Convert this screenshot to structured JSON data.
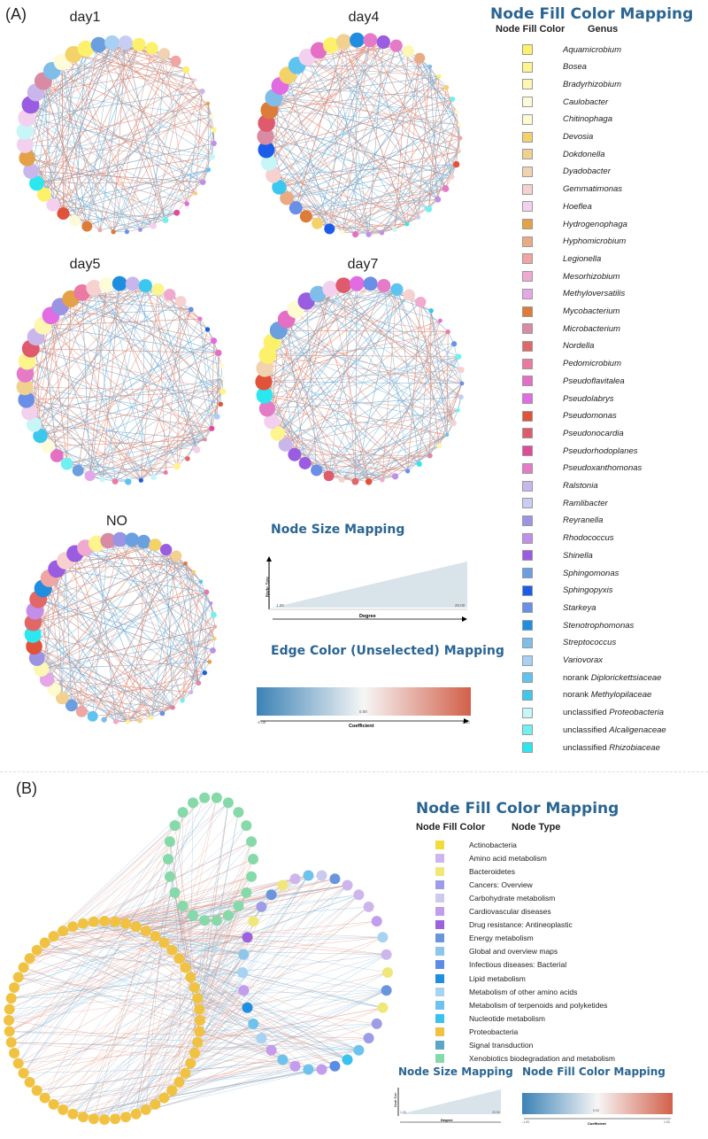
{
  "panel_a": {
    "letter": "(A)",
    "networks": [
      {
        "title": "day1",
        "dots": 44
      },
      {
        "title": "day4",
        "dots": 46
      },
      {
        "title": "day5",
        "dots": 48
      },
      {
        "title": "day7",
        "dots": 46
      },
      {
        "title": "NO",
        "dots": 48
      }
    ],
    "legend": {
      "title": "Node Fill Color Mapping",
      "col1": "Node Fill Color",
      "col2": "Genus",
      "items": [
        {
          "prefix": "",
          "name": "Aquamicrobium",
          "color": "#fdf06a"
        },
        {
          "prefix": "",
          "name": "Bosea",
          "color": "#fdf48e"
        },
        {
          "prefix": "",
          "name": "Bradyrhizobium",
          "color": "#fdf7b3"
        },
        {
          "prefix": "",
          "name": "Caulobacter",
          "color": "#fefbd9"
        },
        {
          "prefix": "",
          "name": "Chitinophaga",
          "color": "#fdfbcf"
        },
        {
          "prefix": "",
          "name": "Devosia",
          "color": "#f3d26a"
        },
        {
          "prefix": "",
          "name": "Dokdonella",
          "color": "#f2d08f"
        },
        {
          "prefix": "",
          "name": "Dyadobacter",
          "color": "#f1d3b0"
        },
        {
          "prefix": "",
          "name": "Gemmatimonas",
          "color": "#f6d1cf"
        },
        {
          "prefix": "",
          "name": "Hoeflea",
          "color": "#f3d1ee"
        },
        {
          "prefix": "",
          "name": "Hydrogenophaga",
          "color": "#e4a148"
        },
        {
          "prefix": "",
          "name": "Hyphomicrobium",
          "color": "#eaaa84"
        },
        {
          "prefix": "",
          "name": "Legionella",
          "color": "#eea5a3"
        },
        {
          "prefix": "",
          "name": "Mesorhizobium",
          "color": "#f0a9cf"
        },
        {
          "prefix": "",
          "name": "Methyloversatilis",
          "color": "#e6a7e9"
        },
        {
          "prefix": "",
          "name": "Mycobacterium",
          "color": "#dd7c39"
        },
        {
          "prefix": "",
          "name": "Microbacterium",
          "color": "#d98ba3"
        },
        {
          "prefix": "",
          "name": "Nordella",
          "color": "#e26767"
        },
        {
          "prefix": "",
          "name": "Pedomicrobium",
          "color": "#ea7aa3"
        },
        {
          "prefix": "",
          "name": "Pseudoflavitalea",
          "color": "#e46fc4"
        },
        {
          "prefix": "",
          "name": "Pseudolabrys",
          "color": "#e26ae3"
        },
        {
          "prefix": "",
          "name": "Pseudomonas",
          "color": "#e0533a"
        },
        {
          "prefix": "",
          "name": "Pseudonocardia",
          "color": "#e05a6e"
        },
        {
          "prefix": "",
          "name": "Pseudorhodoplanes",
          "color": "#e04a9a"
        },
        {
          "prefix": "",
          "name": "Pseudoxanthomonas",
          "color": "#e57bc7"
        },
        {
          "prefix": "",
          "name": "Ralstonia",
          "color": "#c9b7ec"
        },
        {
          "prefix": "",
          "name": "Ramlibacter",
          "color": "#c8cdf1"
        },
        {
          "prefix": "",
          "name": "Reyranella",
          "color": "#9b94e4"
        },
        {
          "prefix": "",
          "name": "Rhodococcus",
          "color": "#c18fe9"
        },
        {
          "prefix": "",
          "name": "Shinella",
          "color": "#9a5ce0"
        },
        {
          "prefix": "",
          "name": "Sphingomonas",
          "color": "#6a9fe0"
        },
        {
          "prefix": "",
          "name": "Sphingopyxis",
          "color": "#1b5ce8"
        },
        {
          "prefix": "",
          "name": "Starkeya",
          "color": "#6a8fe6"
        },
        {
          "prefix": "",
          "name": "Stenotrophomonas",
          "color": "#1f8ee0"
        },
        {
          "prefix": "",
          "name": "Streptococcus",
          "color": "#80bde9"
        },
        {
          "prefix": "",
          "name": "Variovorax",
          "color": "#a7d0f3"
        },
        {
          "prefix": "norank ",
          "name": "Diplorickettsiaceae",
          "color": "#5ec4ef"
        },
        {
          "prefix": "norank ",
          "name": "Methylopilaceae",
          "color": "#3cc7ee"
        },
        {
          "prefix": "unclassified ",
          "name": "Proteobacteria",
          "color": "#c8f6f6"
        },
        {
          "prefix": "unclassified ",
          "name": "Alcaligenaceae",
          "color": "#71f0f2"
        },
        {
          "prefix": "unclassified ",
          "name": "Rhizobiaceae",
          "color": "#2be8f0"
        }
      ]
    },
    "size_mapping": {
      "title": "Node Size Mapping",
      "ylabel": "Node Size",
      "xlabel": "Degree",
      "min": "1.00",
      "max": "20.00"
    },
    "edge_mapping": {
      "title": "Edge Color (Unselected) Mapping",
      "xlabel": "Coefficient",
      "min": "-1.00",
      "mid": "0.00",
      "max": "1.00",
      "color_low": "#3b82b5",
      "color_mid": "#f6f6f6",
      "color_high": "#d2604a"
    }
  },
  "panel_b": {
    "letter": "(B)",
    "legend": {
      "title": "Node Fill Color Mapping",
      "col1": "Node Fill Color",
      "col2": "Node Type",
      "items": [
        {
          "name": "Actinobacteria",
          "color": "#f3dc3a"
        },
        {
          "name": "Amino acid metabolism",
          "color": "#cdb6ee"
        },
        {
          "name": "Bacteroidetes",
          "color": "#efe77a"
        },
        {
          "name": "Cancers: Overview",
          "color": "#9d9ce6"
        },
        {
          "name": "Carbohydrate metabolism",
          "color": "#cccbef"
        },
        {
          "name": "Cardiovascular diseases",
          "color": "#c29ced"
        },
        {
          "name": "Drug resistance: Antineoplastic",
          "color": "#9c62dd"
        },
        {
          "name": "Energy metabolism",
          "color": "#6a95dc"
        },
        {
          "name": "Global and overview maps",
          "color": "#8ec5ea"
        },
        {
          "name": "Infectious diseases: Bacterial",
          "color": "#5b8ce6"
        },
        {
          "name": "Lipid metabolism",
          "color": "#1e8fe0"
        },
        {
          "name": "Metabolism of other amino acids",
          "color": "#a7d3f2"
        },
        {
          "name": "Metabolism of terpenoids and polyketides",
          "color": "#6ec3ec"
        },
        {
          "name": "Nucleotide metabolism",
          "color": "#38c2ec"
        },
        {
          "name": "Proteobacteria",
          "color": "#f1c242"
        },
        {
          "name": "Signal transduction",
          "color": "#5aa5c8"
        },
        {
          "name": "Xenobiotics biodegradation and metabolism",
          "color": "#86d9a8"
        }
      ]
    },
    "size_mapping": {
      "title": "Node Size Mapping",
      "ylabel": "Node Size",
      "xlabel": "Degree",
      "min": "1.00",
      "max": "20.00"
    },
    "color_mapping": {
      "title": "Node Fill Color Mapping",
      "xlabel": "Coefficient",
      "min": "-1.00",
      "mid": "0.00",
      "max": "1.00"
    }
  }
}
